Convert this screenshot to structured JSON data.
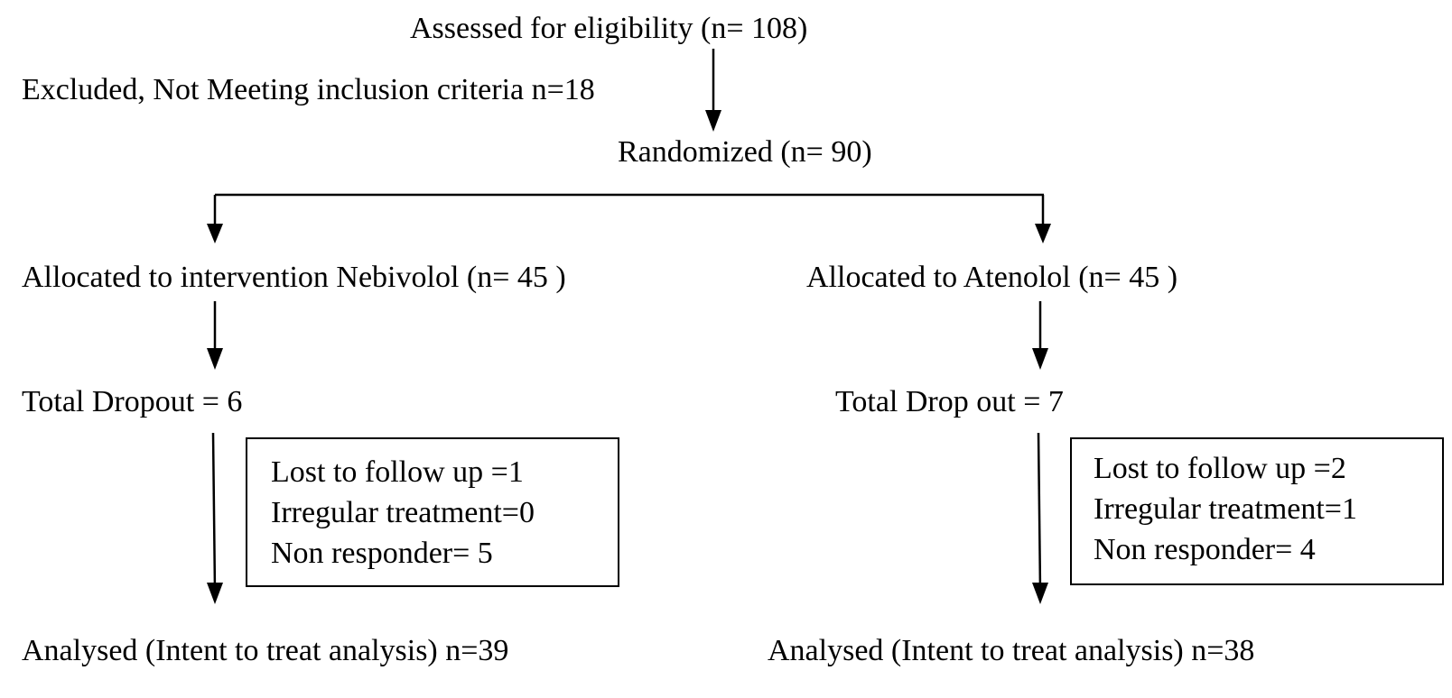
{
  "nodes": {
    "assessed": "Assessed for eligibility (n= 108)",
    "excluded": "Excluded, Not Meeting inclusion criteria n=18",
    "randomized": "Randomized (n= 90)",
    "nebivolol": {
      "allocated": "Allocated to intervention Nebivolol (n= 45 )",
      "dropout": "Total Dropout = 6",
      "details": [
        "Lost to follow up =1",
        "Irregular treatment=0",
        "Non responder= 5"
      ],
      "analysed": "Analysed (Intent to treat analysis)  n=39"
    },
    "atenolol": {
      "allocated": "Allocated to Atenolol (n= 45 )",
      "dropout": "Total Drop out = 7",
      "details": [
        "Lost to follow up =2",
        "Irregular treatment=1",
        "Non responder= 4"
      ],
      "analysed": "Analysed (Intent to treat analysis)  n=38"
    }
  },
  "colors": {
    "line": "#000000",
    "text": "#000000",
    "background": "#ffffff"
  }
}
